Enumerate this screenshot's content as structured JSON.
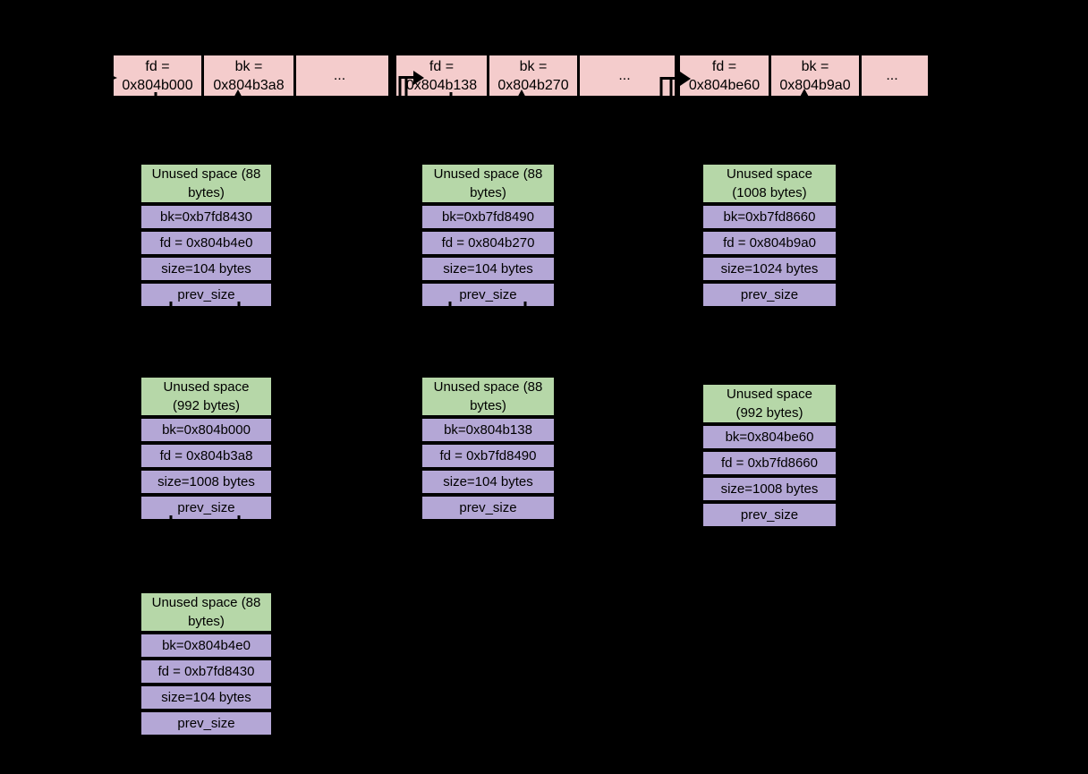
{
  "colors": {
    "background": "#000000",
    "bin_fill": "#f4cccc",
    "unused_fill": "#b6d7a8",
    "field_fill": "#b4a7d6",
    "border": "#000000"
  },
  "bins": {
    "groups": [
      {
        "cells": [
          "fd =\n0x804b000",
          "bk =\n0x804b3a8",
          "..."
        ]
      },
      {
        "cells": [
          "fd =\n0x804b138",
          "bk =\n0x804b270",
          "..."
        ]
      },
      {
        "cells": [
          "fd =\n0x804be60",
          "bk =\n0x804b9a0",
          "..."
        ]
      }
    ]
  },
  "chunks": [
    {
      "unused": "Unused space (88\nbytes)",
      "fields": [
        "bk=0xb7fd8430",
        "fd = 0x804b4e0",
        "size=104 bytes",
        "prev_size"
      ]
    },
    {
      "unused": "Unused space (88\nbytes)",
      "fields": [
        "bk=0xb7fd8490",
        "fd = 0x804b270",
        "size=104 bytes",
        "prev_size"
      ]
    },
    {
      "unused": "Unused space\n(1008 bytes)",
      "fields": [
        "bk=0xb7fd8660",
        "fd = 0x804b9a0",
        "size=1024 bytes",
        "prev_size"
      ]
    },
    {
      "unused": "Unused space\n(992 bytes)",
      "fields": [
        "bk=0x804b000",
        "fd = 0x804b3a8",
        "size=1008 bytes",
        "prev_size"
      ]
    },
    {
      "unused": "Unused space (88\nbytes)",
      "fields": [
        "bk=0x804b138",
        "fd = 0xb7fd8490",
        "size=104 bytes",
        "prev_size"
      ]
    },
    {
      "unused": "Unused space\n(992 bytes)",
      "fields": [
        "bk=0x804be60",
        "fd = 0xb7fd8660",
        "size=1008 bytes",
        "prev_size"
      ]
    },
    {
      "unused": "Unused space (88\nbytes)",
      "fields": [
        "bk=0x804b4e0",
        "fd = 0xb7fd8430",
        "size=104 bytes",
        "prev_size"
      ]
    }
  ]
}
